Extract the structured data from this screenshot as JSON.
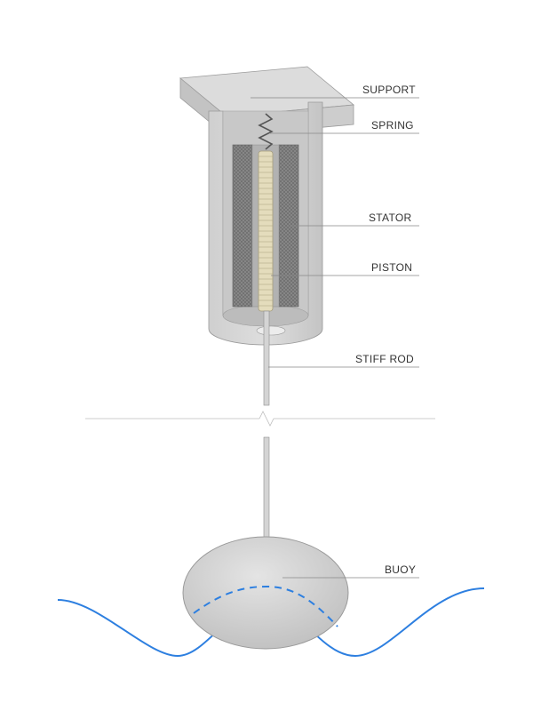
{
  "labels": {
    "support": "SUPPORT",
    "spring": "SPRING",
    "stator": "STATOR",
    "piston": "PISTON",
    "stiff_rod": "STIFF ROD",
    "buoy": "BUOY"
  },
  "colors": {
    "housing": "#d2d2d2",
    "housing_dark": "#b9b9b9",
    "stator": "#8f8f8f",
    "piston": "#e4dcbc",
    "water": "#2d7fe0",
    "leader": "#888888"
  }
}
